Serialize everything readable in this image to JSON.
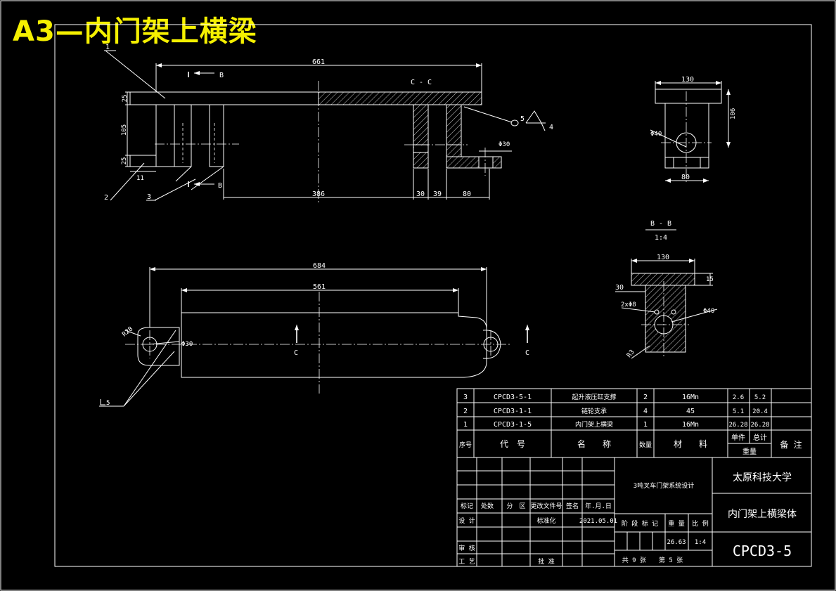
{
  "sheet_title": "A3—内门架上横梁",
  "front_view": {
    "section_label": "C - C",
    "dims": {
      "overall": "661",
      "flange": "25",
      "height": "105",
      "tab": "25",
      "tab_w": "11",
      "span": "386",
      "d1": "30",
      "d2": "39",
      "d3": "80",
      "hole": "Φ30"
    },
    "balloons": {
      "b1": "1",
      "b2": "2",
      "b3": "3",
      "b4": "4",
      "b5": "5"
    },
    "cut_marks": {
      "top": "B",
      "bottom": "B"
    }
  },
  "side_view": {
    "width": "130",
    "height": "106",
    "hole": "Φ40",
    "base": "80"
  },
  "section_bb": {
    "title": "B - B",
    "scale": "1:4",
    "width": "130",
    "flange": "15",
    "offset": "30",
    "holes": "2xΦ8",
    "bore": "Φ40",
    "radius": "R3"
  },
  "plan_view": {
    "overall": "684",
    "inner": "561",
    "left_r": "R28",
    "left_bore": "Φ30",
    "cut_left": "C",
    "cut_right": "C",
    "weld": "5"
  },
  "bom": {
    "rows": [
      {
        "no": "3",
        "code": "CPCD3-5-1",
        "name": "起升液压缸支撑",
        "qty": "2",
        "material": "16Mn",
        "unit": "2.6",
        "total": "5.2"
      },
      {
        "no": "2",
        "code": "CPCD3-1-1",
        "name": "链轮支承",
        "qty": "4",
        "material": "45",
        "unit": "5.1",
        "total": "20.4"
      },
      {
        "no": "1",
        "code": "CPCD3-1-5",
        "name": "内门架上横梁",
        "qty": "1",
        "material": "16Mn",
        "unit": "26.28",
        "total": "26.28"
      }
    ],
    "header": {
      "no": "序号",
      "code": "代　号",
      "name": "名　　称",
      "qty": "数量",
      "material": "材　　料",
      "unit": "单件",
      "total": "总计",
      "weight": "重量",
      "remark": "备 注"
    }
  },
  "title_block": {
    "project": "3吨叉车门架系统设计",
    "school": "太原科技大学",
    "drawing_name": "内门架上横梁体",
    "drawing_code": "CPCD3-5",
    "rev_labels": [
      "标记",
      "处数",
      "分　区",
      "更改文件号",
      "签名",
      "年.月.日"
    ],
    "design": "设 计",
    "standard": "标准化",
    "date": "2021.05.01",
    "stage_labels": [
      "阶 段 标 记",
      "重 量",
      "比 例"
    ],
    "weight": "26.63",
    "scale": "1:4",
    "review": "审 核",
    "process": "工 艺",
    "approve": "批 准",
    "sheets": "共 9 张　　第 5 张"
  }
}
